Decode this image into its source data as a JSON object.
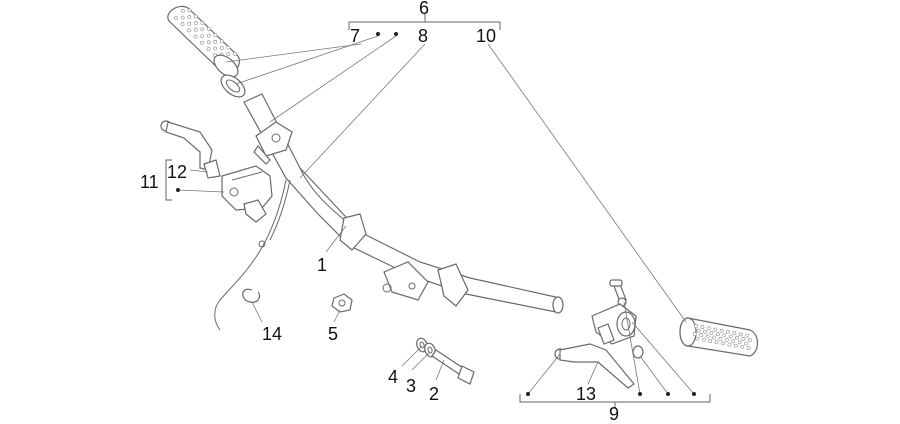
{
  "labels": {
    "l1": "1",
    "l2": "2",
    "l3": "3",
    "l4": "4",
    "l5": "5",
    "l6": "6",
    "l7": "7",
    "l8": "8",
    "l9": "9",
    "l10": "10",
    "l11": "11",
    "l12": "12",
    "l13": "13",
    "l14": "14"
  },
  "colors": {
    "line": "#6a6a6a",
    "text": "#111111",
    "background": "#ffffff"
  }
}
